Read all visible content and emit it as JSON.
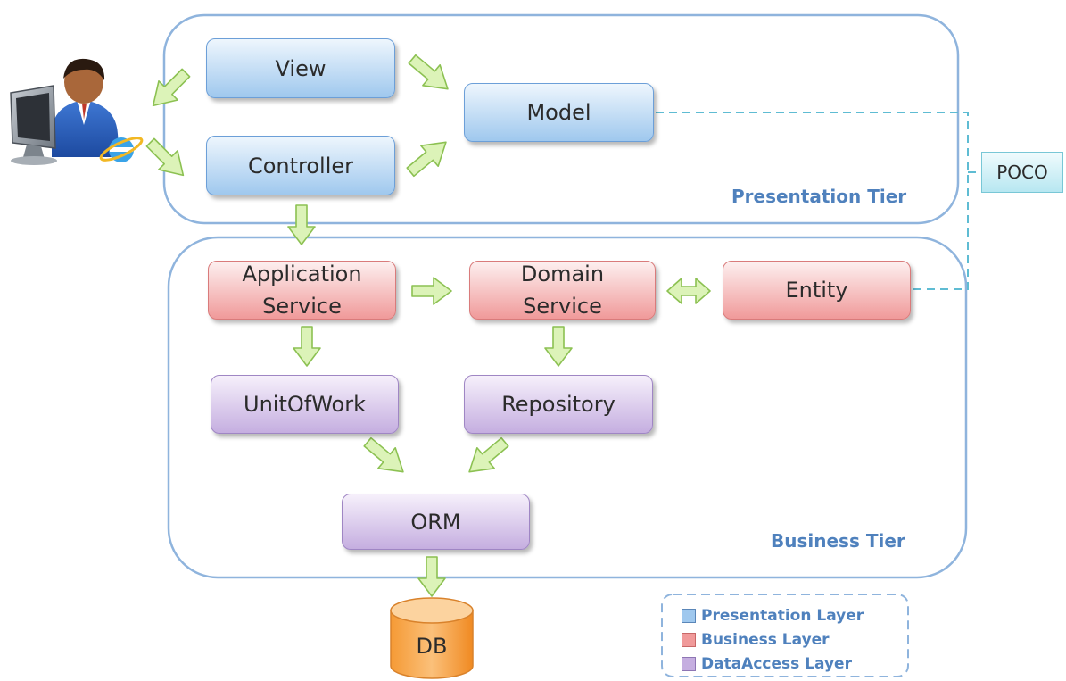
{
  "presentation_tier": {
    "label": "Presentation Tier",
    "view": "View",
    "model": "Model",
    "controller": "Controller"
  },
  "business_tier": {
    "label": "Business Tier",
    "application_service": "Application\nService",
    "domain_service": "Domain\nService",
    "entity": "Entity",
    "unit_of_work": "UnitOfWork",
    "repository": "Repository",
    "orm": "ORM"
  },
  "poco": "POCO",
  "database": "DB",
  "legend": {
    "items": [
      {
        "label": "Presentation Layer",
        "color": "#9fc8ee"
      },
      {
        "label": "Business Layer",
        "color": "#f09a9a"
      },
      {
        "label": "DataAccess Layer",
        "color": "#c5aee0"
      }
    ]
  },
  "colors": {
    "arrow_fill": "#dcf3b8",
    "arrow_stroke": "#8cc152",
    "tier_border": "#8fb4dd",
    "label_blue": "#4f81bd",
    "dashed_line": "#5fbcd3",
    "db_fill": "#f7a548"
  },
  "icons": {
    "user": "user-at-computer-icon",
    "browser": "internet-explorer-icon"
  }
}
